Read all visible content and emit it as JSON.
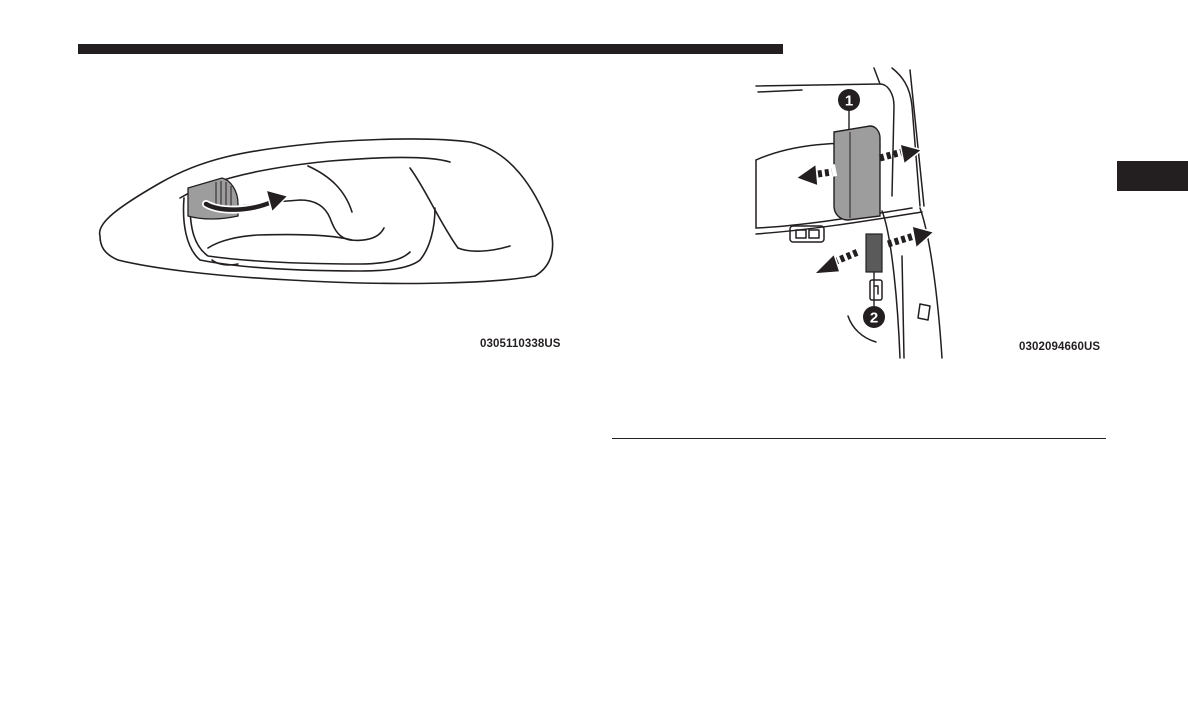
{
  "figures": [
    {
      "code": "0305110338US",
      "icon": "door-handle-illustration"
    },
    {
      "code": "0302094660US",
      "icon": "door-lock-switch-illustration",
      "callouts": [
        "1",
        "2"
      ]
    }
  ],
  "colors": {
    "ink": "#231f20",
    "paper": "#ffffff",
    "shade": "#9d9d9d"
  }
}
